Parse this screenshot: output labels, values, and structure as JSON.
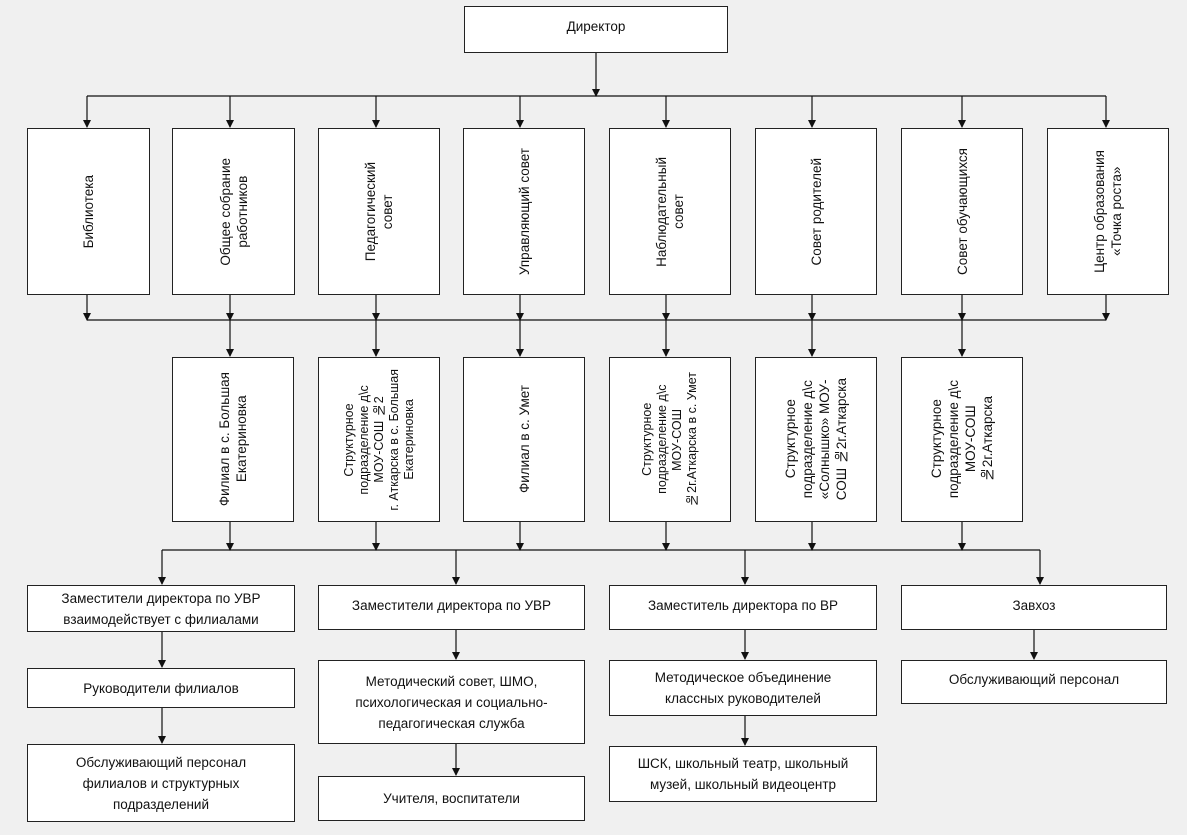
{
  "director": "Директор",
  "councils": [
    "Библиотека",
    "Общее собрание\nработников",
    "Педагогический\nсовет",
    "Управляющий совет",
    "Наблюдательный\nсовет",
    "Совет родителей",
    "Совет обучающихся",
    "Центр образования\n«Точка роста»"
  ],
  "branches": [
    "Филиал в с. Большая\nЕкатериновка",
    "Структурное\nподразделение д\\с\nМОУ-СОШ №2\nг. Аткарска в с. Большая\nЕкатериновка",
    "Филиал в с. Умет",
    "Структурное\nподразделение д\\с\nМОУ-СОШ\n№2г.Аткарска в с. Умет",
    "Структурное\nподразделение д\\с\n«Солнышко» МОУ-\nСОШ №2г.Аткарска",
    "Структурное\nподразделение д\\с\nМОУ-СОШ\n№2г.Аткарска"
  ],
  "columns": {
    "col1": {
      "head": "Заместители директора по УВР\nвзаимодействует с филиалами",
      "l2": "Руководители филиалов",
      "l3": "Обслуживающий персонал\nфилиалов и структурных\nподразделений"
    },
    "col2": {
      "head": "Заместители директора по УВР",
      "l2": "Методический совет, ШМО,\nпсихологическая и социально-\nпедагогическая служба",
      "l3": "Учителя, воспитатели"
    },
    "col3": {
      "head": "Заместитель директора по ВР",
      "l2": "Методическое объединение\nклассных руководителей",
      "l3": "ШСК, школьный театр, школьный\nмузей, школьный видеоцентр"
    },
    "col4": {
      "head": "Завхоз",
      "l2": "Обслуживающий персонал"
    }
  }
}
